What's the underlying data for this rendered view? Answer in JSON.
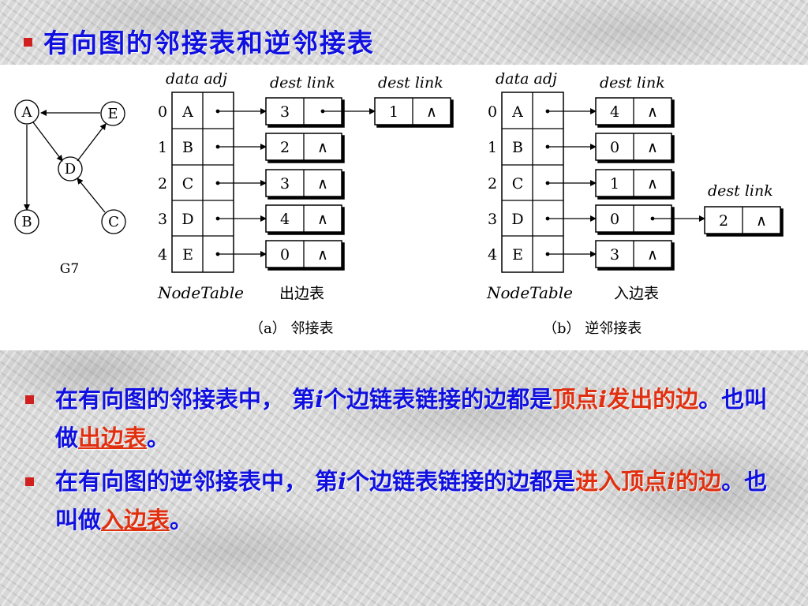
{
  "title": "有向图的邻接表和逆邻接表",
  "graph": {
    "name": "G7",
    "nodes": [
      "A",
      "E",
      "D",
      "B",
      "C"
    ]
  },
  "header_labels": {
    "data_adj": "data adj",
    "dest_link": "dest  link"
  },
  "left_table": {
    "indices": [
      "0",
      "1",
      "2",
      "3",
      "4"
    ],
    "nodes": [
      "A",
      "B",
      "C",
      "D",
      "E"
    ],
    "edges1": [
      "3",
      "2",
      "3",
      "4",
      "0"
    ],
    "edge2_dest": "1",
    "node_table_label": "NodeTable",
    "edge_table_label": "出边表",
    "caption": "（a）  邻接表"
  },
  "right_table": {
    "indices": [
      "0",
      "1",
      "2",
      "3",
      "4"
    ],
    "nodes": [
      "A",
      "B",
      "C",
      "D",
      "E"
    ],
    "edges1": [
      "4",
      "0",
      "1",
      "0",
      "3"
    ],
    "edge2_dest": "2",
    "node_table_label": "NodeTable",
    "edge_table_label": "入边表",
    "caption": "（b）  逆邻接表"
  },
  "null_symbol": "∧",
  "bullet1": {
    "a": "在有向图的邻接表中， 第",
    "i": "i",
    "b": "个边链表链接的边都是",
    "red_a": "顶点",
    "red_i": "i",
    "red_b": "发出的边",
    "c": "。也叫做",
    "term": "出边表",
    "end": "。"
  },
  "bullet2": {
    "a": "在有向图的逆邻接表中， 第",
    "i": "i",
    "b": "个边链表链接的边都是",
    "red_a": "进入顶点",
    "red_i": "i",
    "red_b": "的边",
    "c": "。也叫做",
    "term": "入边表",
    "end": "。"
  }
}
